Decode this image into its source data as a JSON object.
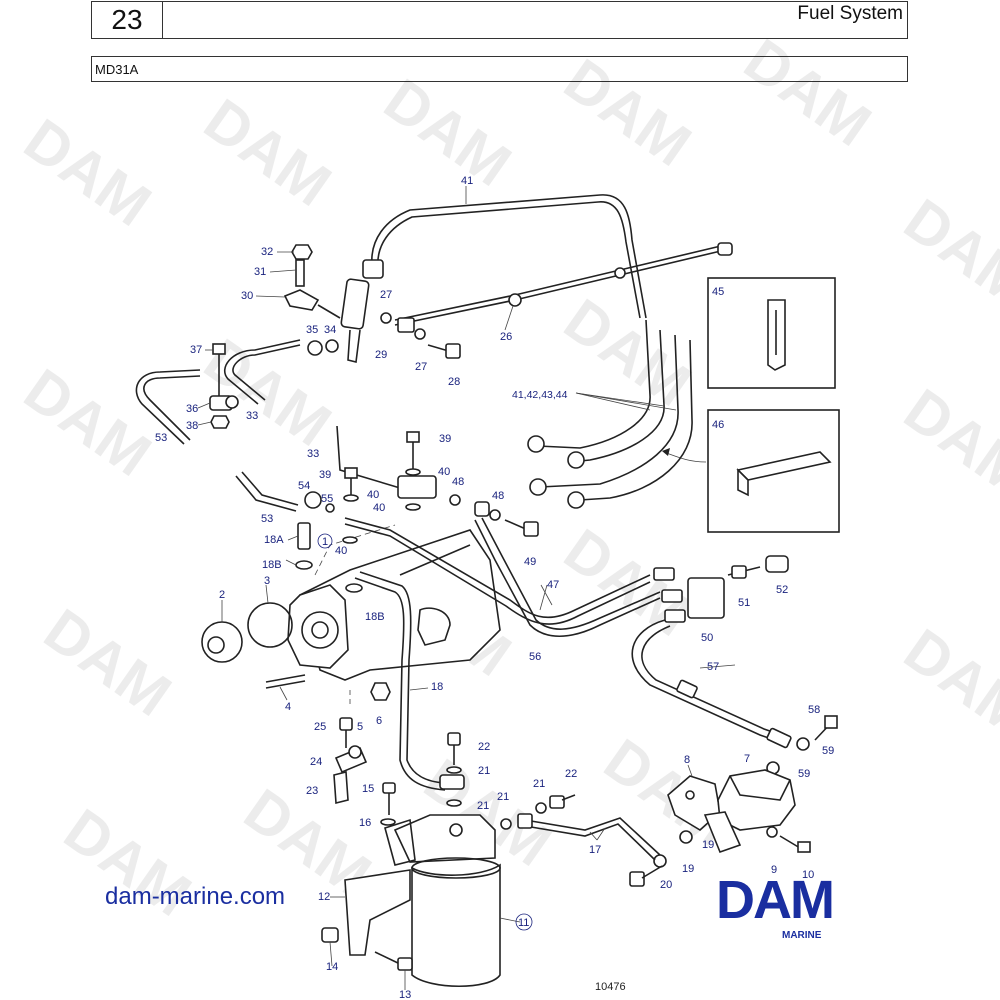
{
  "header": {
    "page_number": "23",
    "title": "Fuel System"
  },
  "model": "MD31A",
  "watermark": "DAM",
  "website": "dam-marine.com",
  "logo": {
    "text": "DAM",
    "sub": "MARINE",
    "color": "#1a2ea0"
  },
  "figure_number": "10476",
  "callouts": [
    {
      "label": "41"
    },
    {
      "label": "32"
    },
    {
      "label": "31"
    },
    {
      "label": "30"
    },
    {
      "label": "27"
    },
    {
      "label": "26"
    },
    {
      "label": "35"
    },
    {
      "label": "34"
    },
    {
      "label": "29"
    },
    {
      "label": "27"
    },
    {
      "label": "28"
    },
    {
      "label": "37"
    },
    {
      "label": "36"
    },
    {
      "label": "38"
    },
    {
      "label": "33"
    },
    {
      "label": "53"
    },
    {
      "label": "45"
    },
    {
      "label": "41,42,43,44"
    },
    {
      "label": "46"
    },
    {
      "label": "33"
    },
    {
      "label": "39"
    },
    {
      "label": "39"
    },
    {
      "label": "40"
    },
    {
      "label": "40"
    },
    {
      "label": "40"
    },
    {
      "label": "48"
    },
    {
      "label": "48"
    },
    {
      "label": "49"
    },
    {
      "label": "54"
    },
    {
      "label": "55"
    },
    {
      "label": "53"
    },
    {
      "label": "18A"
    },
    {
      "label": "1"
    },
    {
      "label": "40"
    },
    {
      "label": "18B"
    },
    {
      "label": "2"
    },
    {
      "label": "3"
    },
    {
      "label": "18B"
    },
    {
      "label": "47"
    },
    {
      "label": "56"
    },
    {
      "label": "50"
    },
    {
      "label": "51"
    },
    {
      "label": "52"
    },
    {
      "label": "57"
    },
    {
      "label": "4"
    },
    {
      "label": "6"
    },
    {
      "label": "18"
    },
    {
      "label": "25"
    },
    {
      "label": "5"
    },
    {
      "label": "24"
    },
    {
      "label": "23"
    },
    {
      "label": "22"
    },
    {
      "label": "21"
    },
    {
      "label": "15"
    },
    {
      "label": "21"
    },
    {
      "label": "16"
    },
    {
      "label": "21"
    },
    {
      "label": "21"
    },
    {
      "label": "22"
    },
    {
      "label": "17"
    },
    {
      "label": "8"
    },
    {
      "label": "7"
    },
    {
      "label": "58"
    },
    {
      "label": "59"
    },
    {
      "label": "59"
    },
    {
      "label": "19"
    },
    {
      "label": "19"
    },
    {
      "label": "9"
    },
    {
      "label": "10"
    },
    {
      "label": "20"
    },
    {
      "label": "12"
    },
    {
      "label": "11"
    },
    {
      "label": "14"
    },
    {
      "label": "13"
    }
  ]
}
